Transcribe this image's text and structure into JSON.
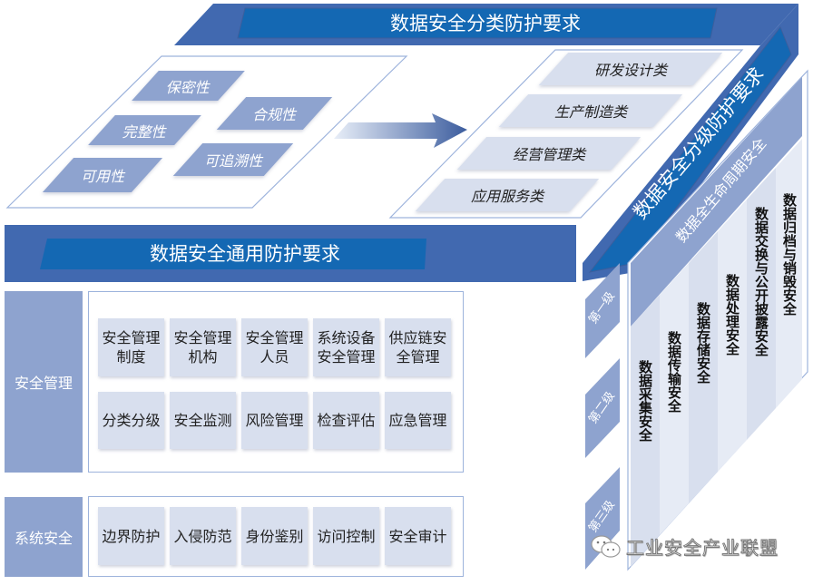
{
  "colors": {
    "banner_dark": "#4169b0",
    "banner_inner": "#1468b3",
    "tile_blue": "#8ea3cf",
    "tile_light": "#d8dfee",
    "panel_border": "#9db3dc"
  },
  "top_face": {
    "title": "数据安全分类防护要求",
    "properties": [
      "保密性",
      "合规性",
      "完整性",
      "可追溯性",
      "可用性"
    ],
    "categories": [
      "研发设计类",
      "生产制造类",
      "经营管理类",
      "应用服务类"
    ],
    "arrow_icon": "right-arrow-icon"
  },
  "front_face": {
    "title": "数据安全通用防护要求",
    "sections": [
      {
        "label": "安全管理",
        "rows": [
          [
            "安全管理\n制度",
            "安全管理\n机构",
            "安全管理\n人员",
            "系统设备\n安全管理",
            "供应链安\n全管理"
          ],
          [
            "分类分级",
            "安全监测",
            "风险管理",
            "检查评估",
            "应急管理"
          ]
        ]
      },
      {
        "label": "系统安全",
        "rows": [
          [
            "边界防护",
            "入侵防范",
            "身份鉴别",
            "访问控制",
            "安全审计"
          ]
        ]
      }
    ]
  },
  "side_face": {
    "title": "数据安全分级防护要求",
    "levels": [
      "第一级",
      "第二级",
      "第三级"
    ],
    "lifecycle": {
      "title": "数据全生命周期安全",
      "stages": [
        "数据采集安全",
        "数据传输安全",
        "数据存储安全",
        "数据处理安全",
        "数据交换与公开披露安全",
        "数据归档与销毁安全"
      ]
    }
  },
  "watermark": {
    "icon": "wechat-icon",
    "text": "工业安全产业联盟"
  }
}
